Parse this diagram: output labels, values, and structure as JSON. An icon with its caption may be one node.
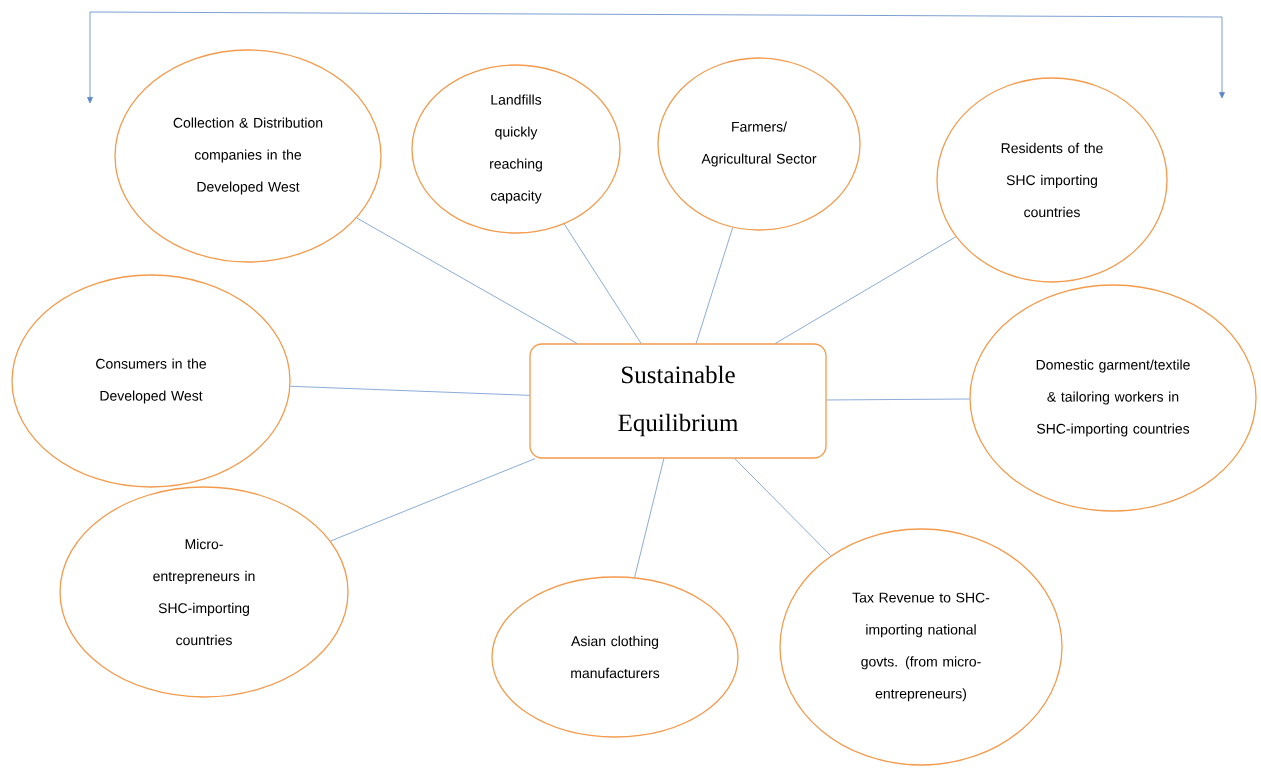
{
  "diagram": {
    "nodes": [
      {
        "text": [
          "Collection & Distribution companies in the Developed West"
        ]
      },
      {
        "text": [
          "Landfills quickly reaching capacity"
        ]
      },
      {
        "text": [
          "Farmers/ Agricultural Sector"
        ]
      },
      {
        "text": [
          "Residents of the SHC importing countries"
        ]
      },
      {
        "text": [
          "Consumers in the Developed West"
        ]
      },
      {
        "text": [
          "Sustainable Equilibrium"
        ]
      },
      {
        "text": [
          "Domestic garment/textile & tailoring workers in SHC-importing countries"
        ]
      },
      {
        "text": [
          "Micro-entrepreneurs in SHC-importing countries"
        ]
      },
      {
        "text": [
          "Asian clothing manufacturers"
        ]
      },
      {
        "text": [
          "Tax Revenue to SHC-importing national govts. (from micro-entrepreneurs)"
        ]
      }
    ],
    "edges": [
      {
        "from": 5,
        "to": 0,
        "arrow": "none"
      },
      {
        "from": 5,
        "to": 1,
        "arrow": "none"
      },
      {
        "from": 5,
        "to": 2,
        "arrow": "none"
      },
      {
        "from": 5,
        "to": 3,
        "arrow": "none"
      },
      {
        "from": 5,
        "to": 4,
        "arrow": "none"
      },
      {
        "from": 5,
        "to": 6,
        "arrow": "none"
      },
      {
        "from": 5,
        "to": 7,
        "arrow": "none"
      },
      {
        "from": 5,
        "to": 8,
        "arrow": "none"
      },
      {
        "from": 5,
        "to": 9,
        "arrow": "none"
      }
    ]
  }
}
